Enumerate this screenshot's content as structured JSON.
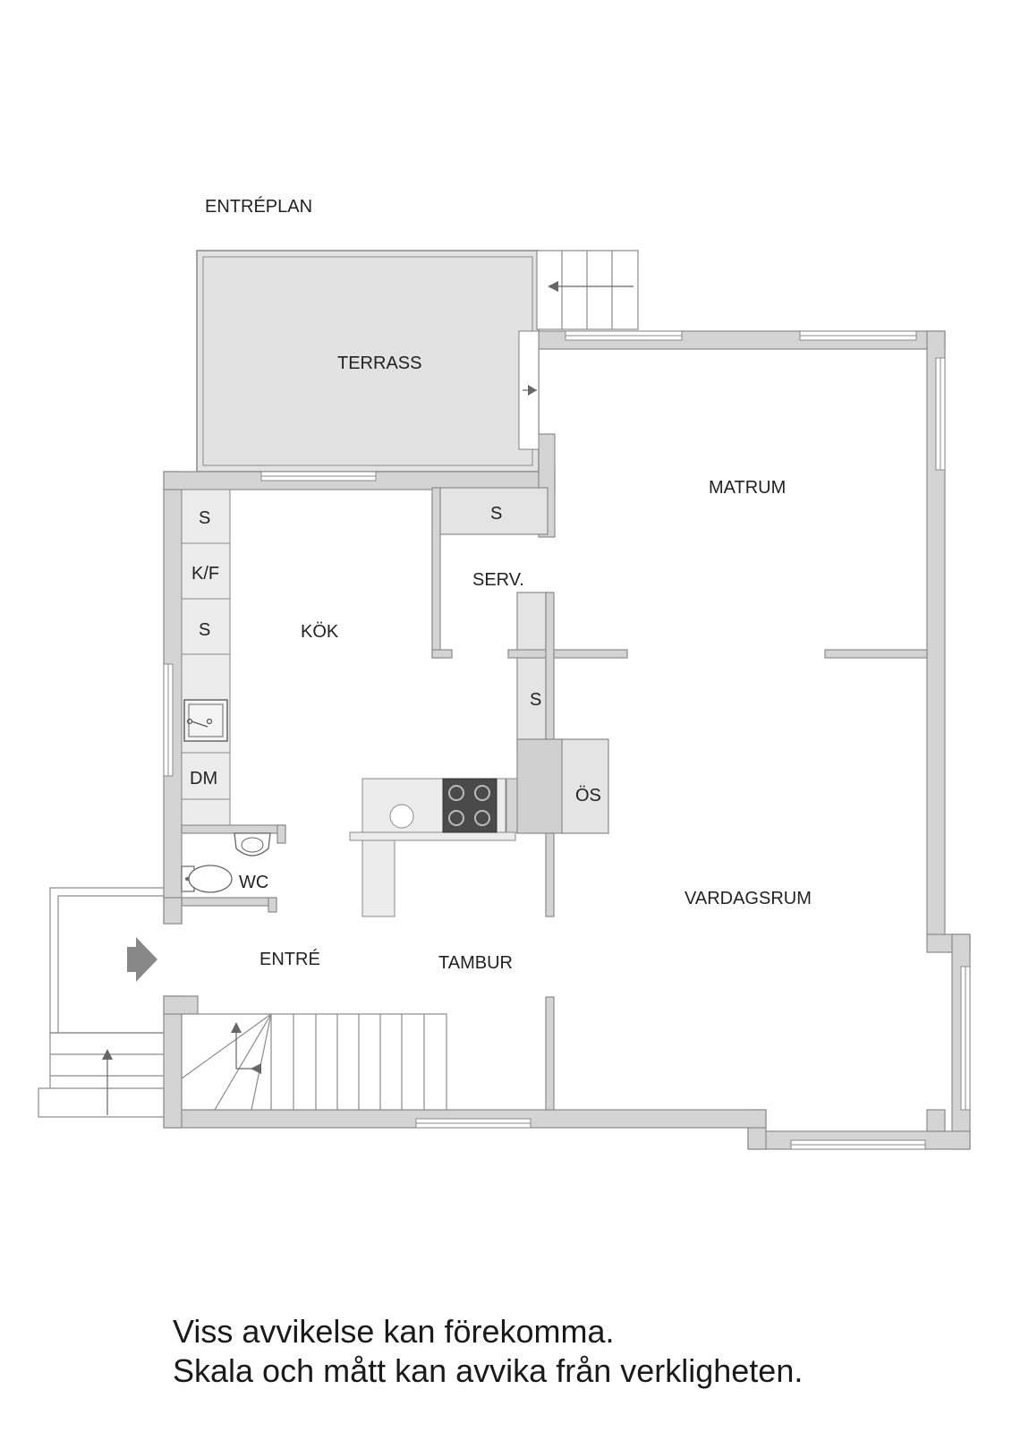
{
  "floor_title": "ENTRÉPLAN",
  "rooms": {
    "terrace": "TERRASS",
    "dining": "MATRUM",
    "kitchen": "KÖK",
    "service": "SERV.",
    "living": "VARDAGSRUM",
    "entrance": "ENTRÉ",
    "vestibule": "TAMBUR",
    "toilet": "WC",
    "wardrobe_top": "S",
    "fridge_freezer": "K/F",
    "wardrobe_mid": "S",
    "dishwasher": "DM",
    "service_storage": "S",
    "hall_storage": "S",
    "open_fireplace": "ÖS"
  },
  "disclaimer": {
    "line1": "Viss avvikelse kan förekomma.",
    "line2": "Skala och mått kan avvika från verkligheten."
  },
  "colors": {
    "wall": "#d4d4d4",
    "wall_edge": "#8a8a8a",
    "floor_fill_grey": "#dedede",
    "text": "#222222"
  }
}
